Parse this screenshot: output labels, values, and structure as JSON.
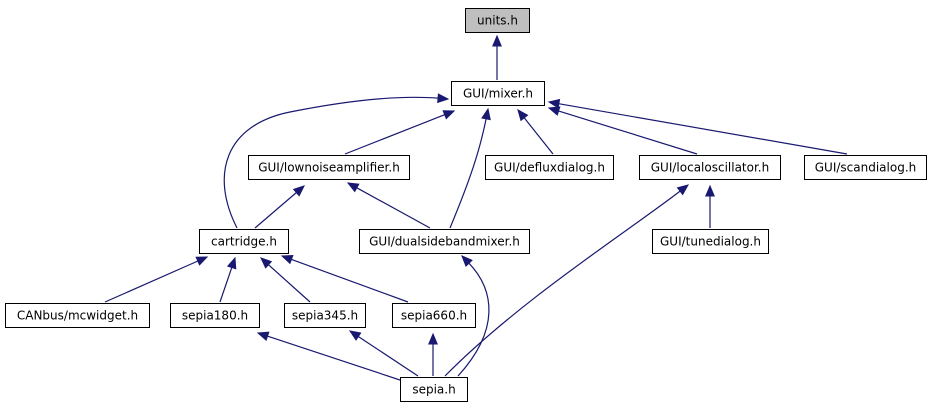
{
  "graph": {
    "nodes": [
      {
        "id": "units",
        "label": "units.h",
        "highlight": true
      },
      {
        "id": "mixer",
        "label": "GUI/mixer.h"
      },
      {
        "id": "lna",
        "label": "GUI/lownoiseamplifier.h"
      },
      {
        "id": "deflux",
        "label": "GUI/defluxdialog.h"
      },
      {
        "id": "lo",
        "label": "GUI/localoscillator.h"
      },
      {
        "id": "scan",
        "label": "GUI/scandialog.h"
      },
      {
        "id": "cartridge",
        "label": "cartridge.h"
      },
      {
        "id": "dsb",
        "label": "GUI/dualsidebandmixer.h"
      },
      {
        "id": "tune",
        "label": "GUI/tunedialog.h"
      },
      {
        "id": "canbus",
        "label": "CANbus/mcwidget.h"
      },
      {
        "id": "s180",
        "label": "sepia180.h"
      },
      {
        "id": "s345",
        "label": "sepia345.h"
      },
      {
        "id": "s660",
        "label": "sepia660.h"
      },
      {
        "id": "sepia",
        "label": "sepia.h"
      }
    ],
    "edges": [
      {
        "from": "mixer",
        "to": "units"
      },
      {
        "from": "lna",
        "to": "mixer"
      },
      {
        "from": "cartridge",
        "to": "mixer"
      },
      {
        "from": "dsb",
        "to": "mixer"
      },
      {
        "from": "deflux",
        "to": "mixer"
      },
      {
        "from": "lo",
        "to": "mixer"
      },
      {
        "from": "scan",
        "to": "mixer"
      },
      {
        "from": "cartridge",
        "to": "lna"
      },
      {
        "from": "dsb",
        "to": "lna"
      },
      {
        "from": "tune",
        "to": "lo"
      },
      {
        "from": "sepia",
        "to": "lo"
      },
      {
        "from": "canbus",
        "to": "cartridge"
      },
      {
        "from": "s180",
        "to": "cartridge"
      },
      {
        "from": "s345",
        "to": "cartridge"
      },
      {
        "from": "s660",
        "to": "cartridge"
      },
      {
        "from": "sepia",
        "to": "dsb"
      },
      {
        "from": "sepia",
        "to": "s180"
      },
      {
        "from": "sepia",
        "to": "s345"
      },
      {
        "from": "sepia",
        "to": "s660"
      }
    ]
  }
}
